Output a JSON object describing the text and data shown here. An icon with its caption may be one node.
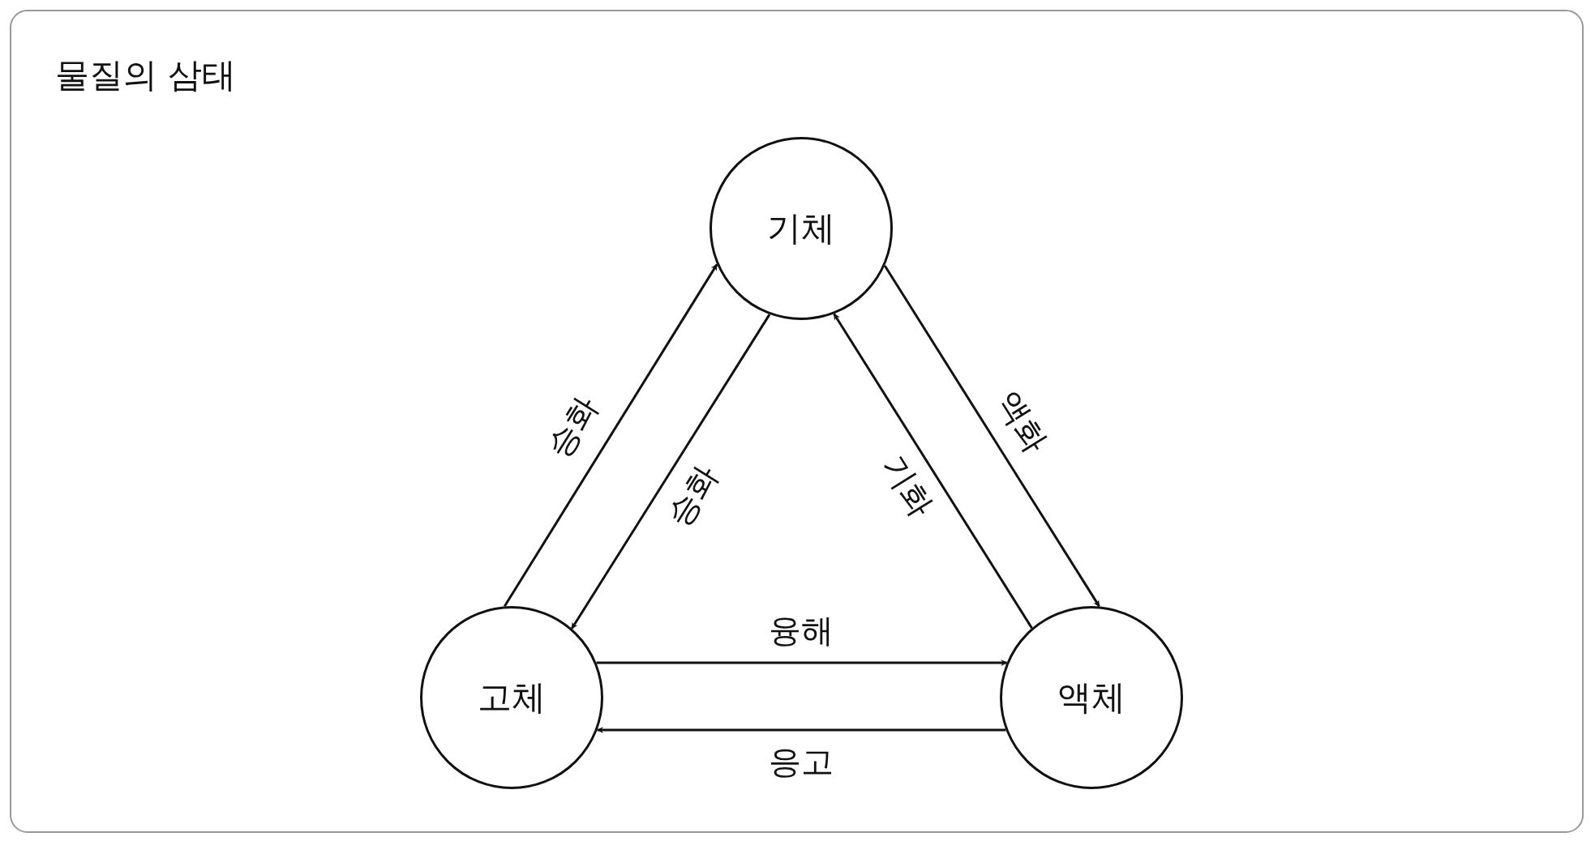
{
  "diagram": {
    "title": "물질의 삼태",
    "nodes": [
      {
        "text": [
          "기체"
        ]
      },
      {
        "text": [
          "고체"
        ]
      },
      {
        "text": [
          "액체"
        ]
      }
    ],
    "edges": [
      {
        "from": 1,
        "to": 0,
        "arrow": "to",
        "label": "승화"
      },
      {
        "from": 0,
        "to": 1,
        "arrow": "to",
        "label": "승화"
      },
      {
        "from": 0,
        "to": 2,
        "arrow": "to",
        "label": "액화"
      },
      {
        "from": 2,
        "to": 0,
        "arrow": "to",
        "label": "기화"
      },
      {
        "from": 1,
        "to": 2,
        "arrow": "to",
        "label": "융해"
      },
      {
        "from": 2,
        "to": 1,
        "arrow": "to",
        "label": "응고"
      }
    ]
  }
}
